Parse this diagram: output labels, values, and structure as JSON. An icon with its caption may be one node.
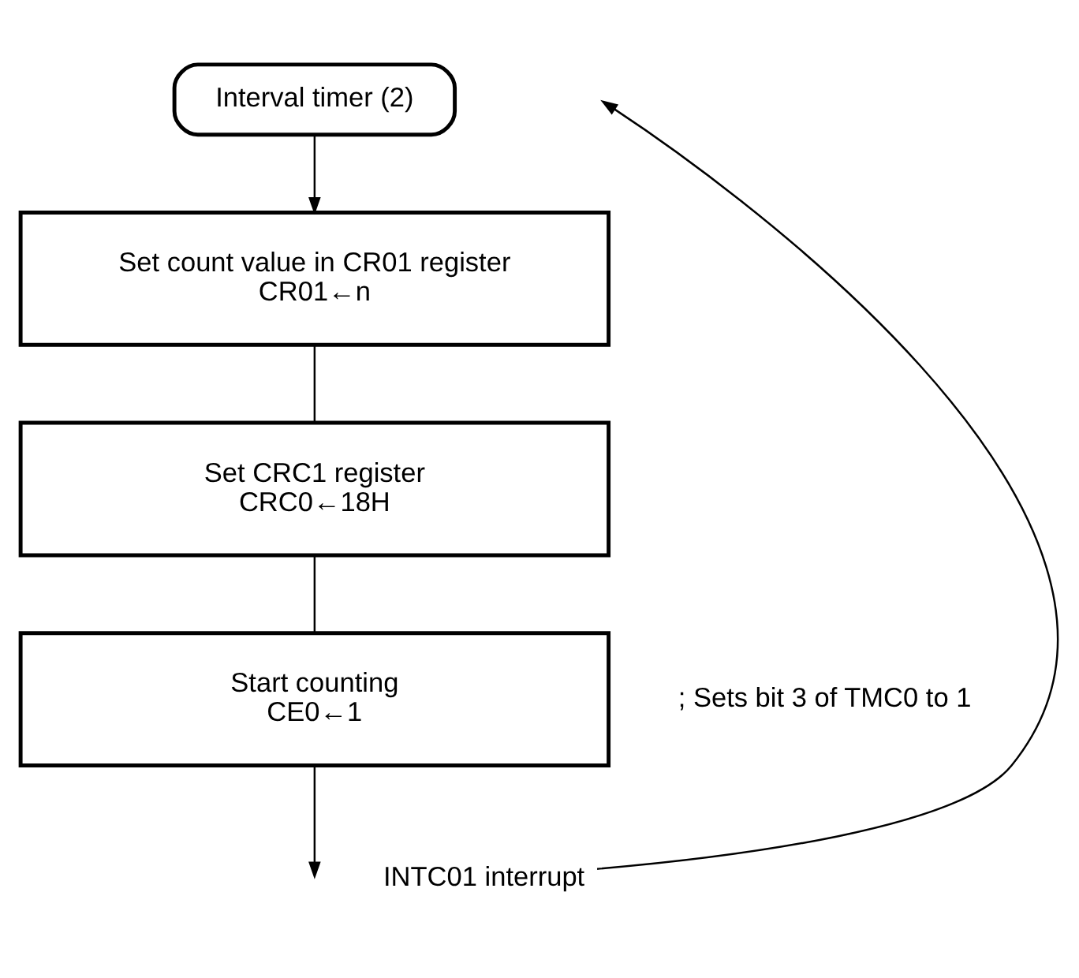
{
  "diagram": {
    "nodes": [
      {
        "text": [
          "Interval timer (2)"
        ]
      },
      {
        "text": [
          "Set count value in CR01 register",
          "CR01←n"
        ]
      },
      {
        "text": [
          "Set CRC1 register",
          "CRC0←18H"
        ]
      },
      {
        "text": [
          "Start counting",
          "CE0←1"
        ],
        "beside": [
          "; Sets bit 3 of TMC0 to 1"
        ]
      },
      {
        "text": [
          "INTC01 interrupt"
        ]
      }
    ],
    "edges": [
      {
        "from": 0,
        "to": 1,
        "arrow": "to"
      },
      {
        "from": 1,
        "to": 2,
        "arrow": "none"
      },
      {
        "from": 2,
        "to": 3,
        "arrow": "none"
      },
      {
        "from": 3,
        "to": null,
        "arrow": "to"
      },
      {
        "from": 4,
        "to": null,
        "arrow": "to"
      }
    ]
  }
}
